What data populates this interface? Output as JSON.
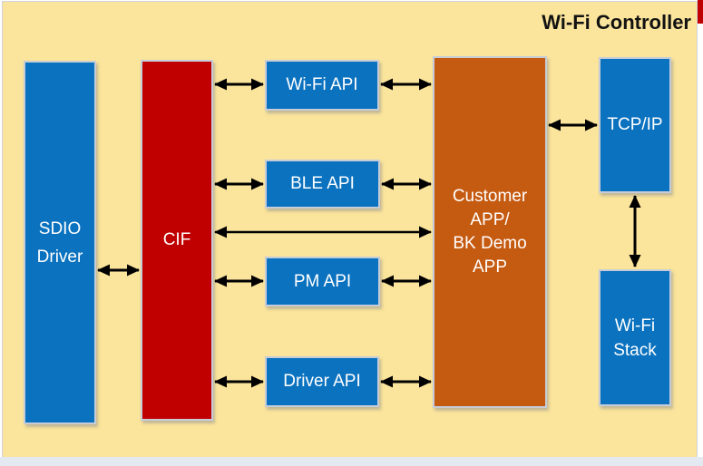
{
  "title": "Wi-Fi Controller",
  "blocks": {
    "sdio_driver": {
      "lines": [
        "SDIO",
        "Driver"
      ]
    },
    "cif": {
      "label": "CIF"
    },
    "wifi_api": {
      "label": "Wi-Fi API"
    },
    "ble_api": {
      "label": "BLE API"
    },
    "pm_api": {
      "label": "PM API"
    },
    "driver_api": {
      "label": "Driver API"
    },
    "customer_app": {
      "lines": [
        "Customer",
        "APP/",
        "BK Demo",
        "APP"
      ]
    },
    "tcpip": {
      "label": "TCP/IP"
    },
    "wifi_stack": {
      "lines": [
        "Wi-Fi",
        "Stack"
      ]
    }
  },
  "connections": [
    {
      "from": "SDIO Driver",
      "to": "CIF",
      "type": "bidirectional"
    },
    {
      "from": "CIF",
      "to": "Wi-Fi API",
      "type": "bidirectional"
    },
    {
      "from": "Wi-Fi API",
      "to": "Customer APP / BK Demo APP",
      "type": "bidirectional"
    },
    {
      "from": "CIF",
      "to": "BLE API",
      "type": "bidirectional"
    },
    {
      "from": "BLE API",
      "to": "Customer APP / BK Demo APP",
      "type": "bidirectional"
    },
    {
      "from": "CIF",
      "to": "Customer APP / BK Demo APP",
      "type": "bidirectional"
    },
    {
      "from": "CIF",
      "to": "PM API",
      "type": "bidirectional"
    },
    {
      "from": "PM API",
      "to": "Customer APP / BK Demo APP",
      "type": "bidirectional"
    },
    {
      "from": "CIF",
      "to": "Driver API",
      "type": "bidirectional"
    },
    {
      "from": "Driver API",
      "to": "Customer APP / BK Demo APP",
      "type": "bidirectional"
    },
    {
      "from": "Customer APP / BK Demo APP",
      "to": "TCP/IP",
      "type": "bidirectional"
    },
    {
      "from": "TCP/IP",
      "to": "Wi-Fi Stack",
      "type": "bidirectional"
    }
  ],
  "colors": {
    "background": "#FBE49B",
    "block_blue": "#0B72BF",
    "block_red": "#C00000",
    "block_orange": "#C55A11",
    "arrow": "#000000",
    "title_text": "#121212",
    "block_text": "#FFFFFF"
  }
}
